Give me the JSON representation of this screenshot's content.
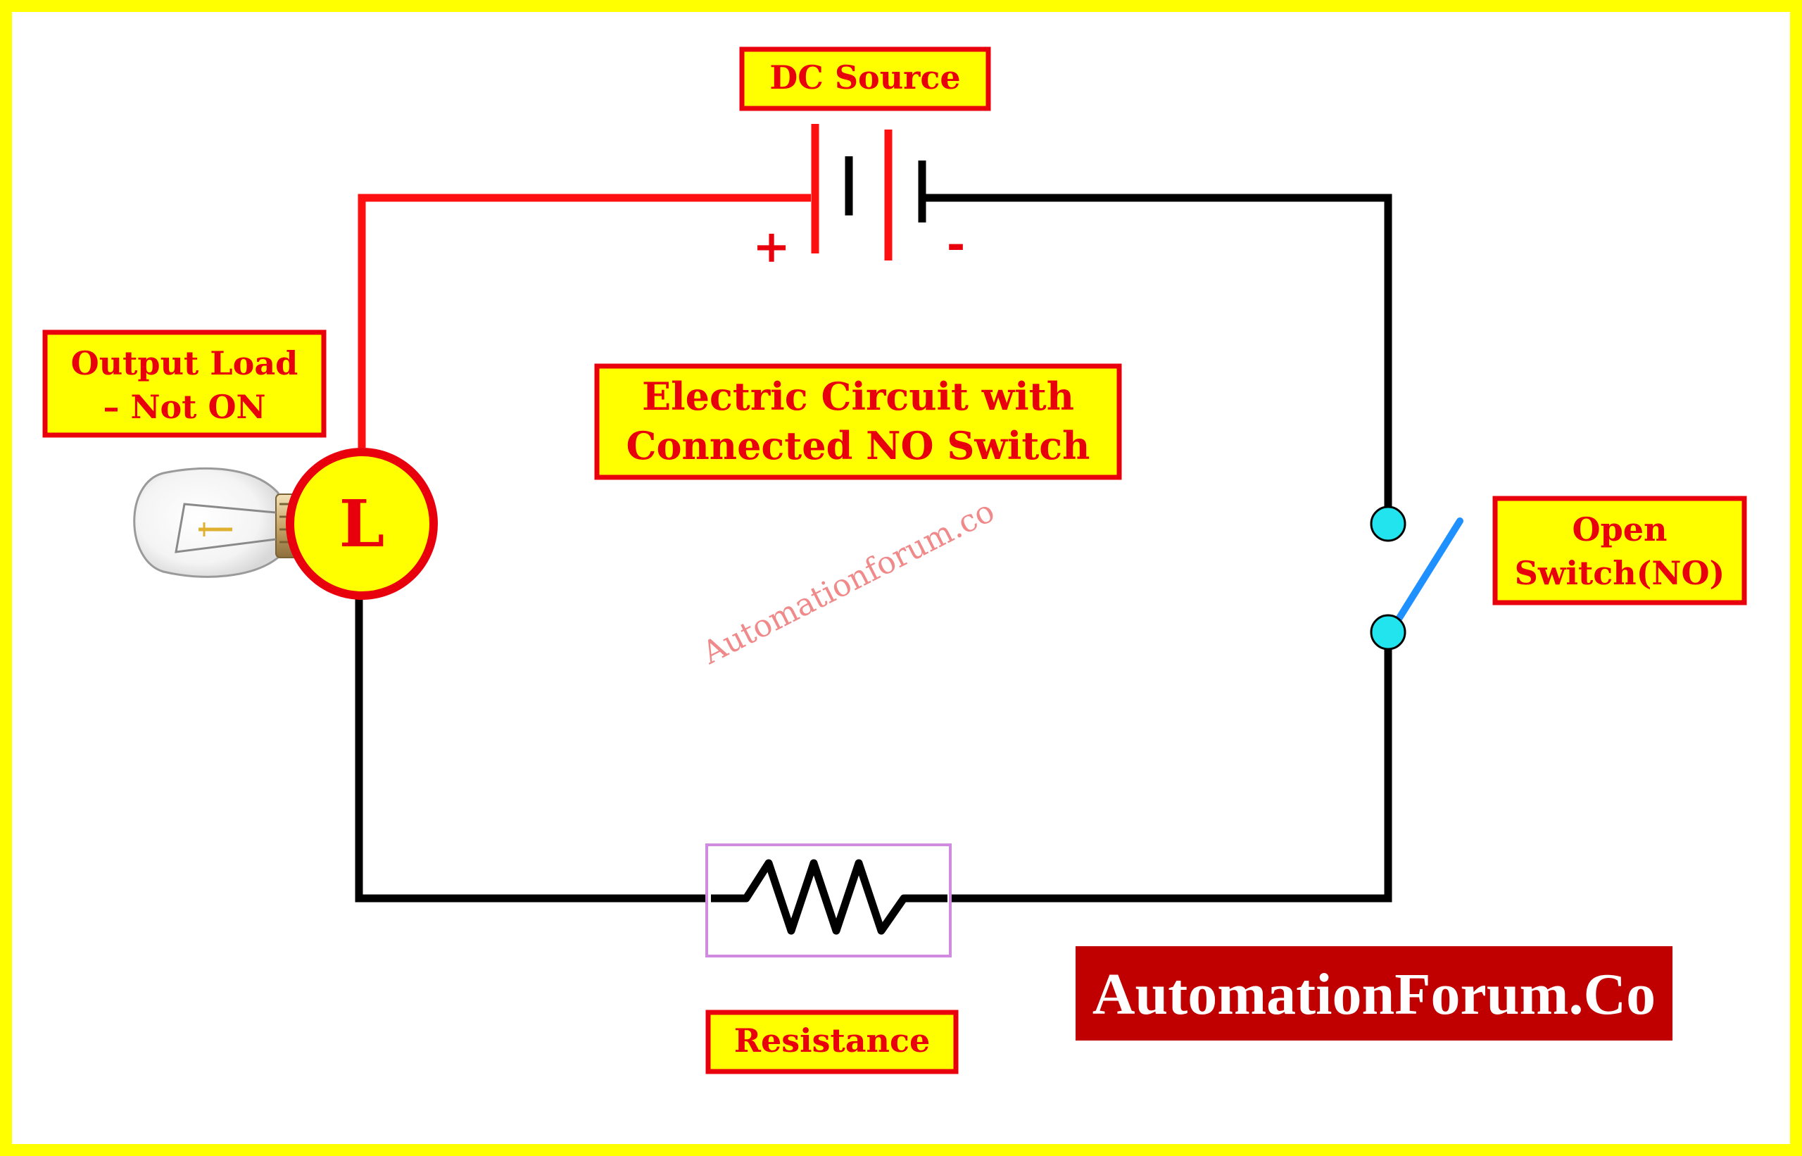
{
  "diagram": {
    "title_line1": "Electric Circuit with",
    "title_line2": "Connected NO Switch",
    "dc_source_label": "DC Source",
    "plus_sign": "+",
    "minus_sign": "-",
    "load_label_line1": "Output Load",
    "load_label_line2": "– Not ON",
    "load_symbol": "L",
    "switch_label_line1": "Open",
    "switch_label_line2": "Switch(NO)",
    "resistance_label": "Resistance",
    "brand": "AutomationForum.Co",
    "watermark": "Automationforum.co"
  },
  "colors": {
    "border": "#ffff00",
    "label_fill": "#ffff00",
    "label_stroke": "#e8000c",
    "label_text": "#e8000c",
    "wire_positive": "#ff1010",
    "wire_negative": "#000000",
    "switch_terminal": "#22e4ee",
    "switch_blade": "#1e90ff",
    "brand_bg": "#c00000",
    "resistor_frame": "#d08ae0"
  },
  "icons": {
    "lamp": "light-bulb-icon",
    "battery": "battery-symbol-icon",
    "resistor": "resistor-symbol-icon",
    "switch": "open-switch-icon"
  }
}
